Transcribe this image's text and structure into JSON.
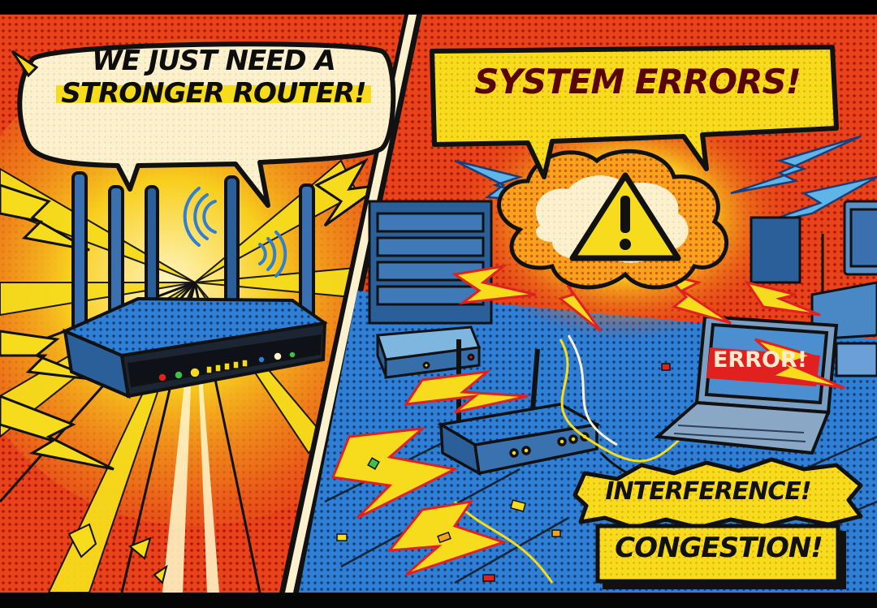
{
  "panels": {
    "left": {
      "speech_bubble": {
        "line1": "WE JUST NEED A",
        "line2": "STRONGER ROUTER!"
      },
      "subject": "router-icon",
      "background_color": "#e8431a",
      "burst_color": "#f7d21d"
    },
    "right": {
      "banner": "SYSTEM ERRORS!",
      "warning_symbol": "warning-triangle-icon",
      "laptop_screen_text": "ERROR!",
      "labels": [
        "INTERFERENCE!",
        "CONGESTION!"
      ],
      "background_color": "#e8431a",
      "floor_color": "#2f7fd4"
    }
  },
  "colors": {
    "comic_red": "#e23a12",
    "comic_yellow": "#f6dc1c",
    "comic_blue": "#2f7fd4",
    "ink": "#0d0d0d",
    "cream": "#fbf1cf",
    "error_red": "#e0211f",
    "banner_text": "#5a0505"
  }
}
